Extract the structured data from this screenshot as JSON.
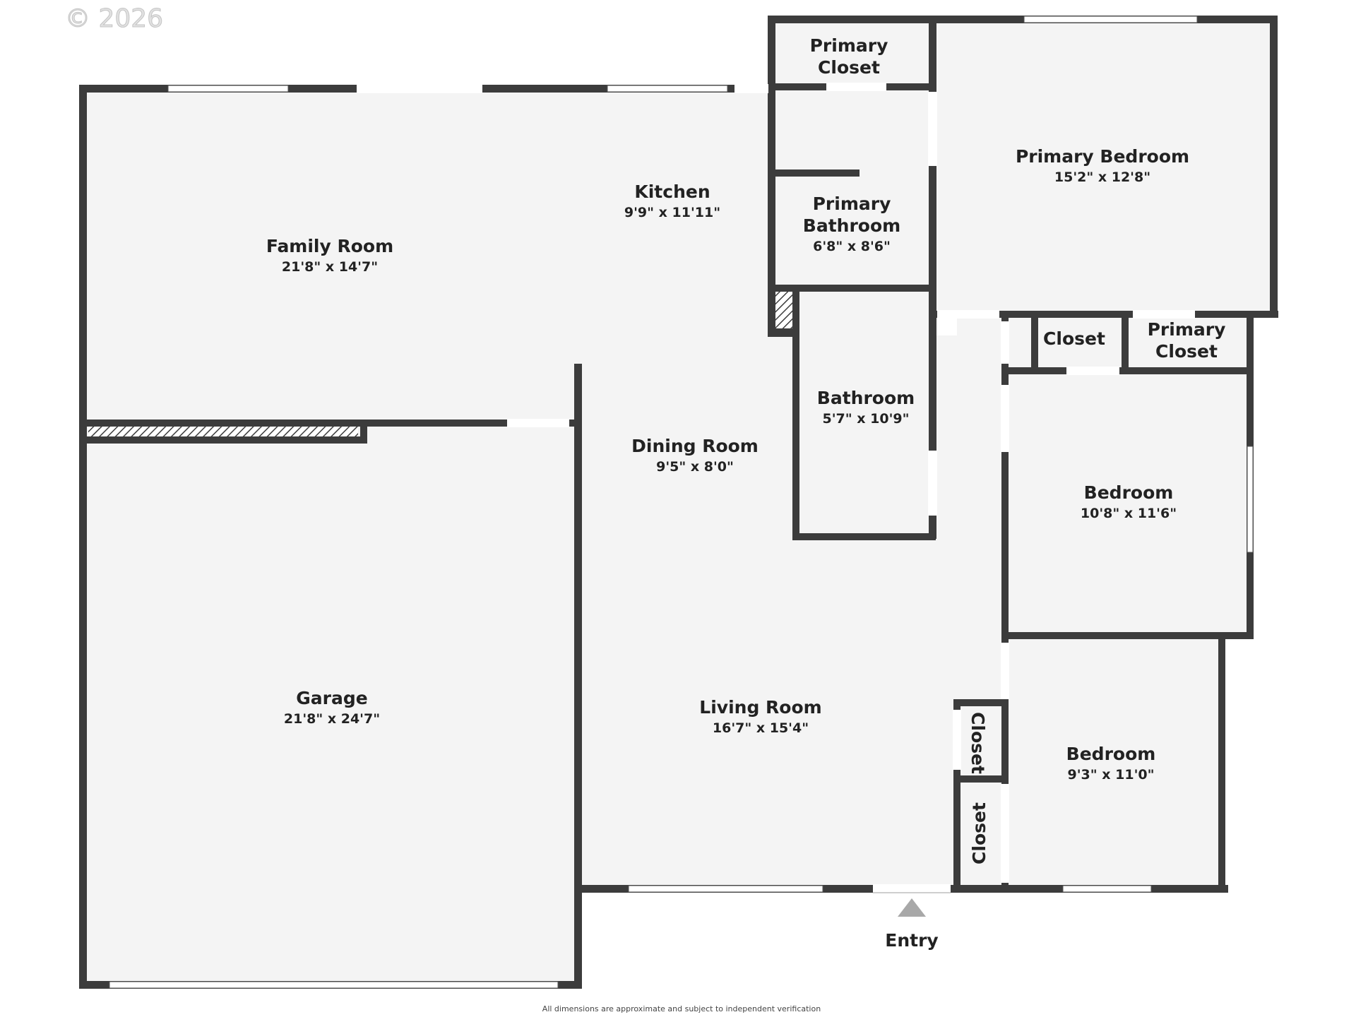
{
  "watermark": "© 2026",
  "disclaimer": "All dimensions are approximate and subject to independent verification",
  "entry": {
    "label": "Entry"
  },
  "colors": {
    "floor": "#f4f4f4",
    "wall": "#3c3c3c",
    "window": "#ffffff",
    "door_gap": "#ffffff",
    "marker": "#a8a8a8"
  },
  "rooms": {
    "family_room": {
      "name": "Family Room",
      "dims": "21'8\" x 14'7\""
    },
    "kitchen": {
      "name": "Kitchen",
      "dims": "9'9\" x 11'11\""
    },
    "garage": {
      "name": "Garage",
      "dims": "21'8\" x 24'7\""
    },
    "dining_room": {
      "name": "Dining Room",
      "dims": "9'5\" x 8'0\""
    },
    "living_room": {
      "name": "Living Room",
      "dims": "16'7\" x 15'4\""
    },
    "primary_closet_top": {
      "name_line1": "Primary",
      "name_line2": "Closet"
    },
    "primary_bathroom": {
      "name_line1": "Primary",
      "name_line2": "Bathroom",
      "dims": "6'8\" x 8'6\""
    },
    "primary_bedroom": {
      "name": "Primary Bedroom",
      "dims": "15'2\" x 12'8\""
    },
    "bathroom": {
      "name": "Bathroom",
      "dims": "5'7\" x 10'9\""
    },
    "closet_small": {
      "name": "Closet"
    },
    "primary_closet_side": {
      "name_line1": "Primary",
      "name_line2": "Closet"
    },
    "bedroom_upper": {
      "name": "Bedroom",
      "dims": "10'8\" x 11'6\""
    },
    "bedroom_lower": {
      "name": "Bedroom",
      "dims": "9'3\" x 11'0\""
    },
    "closet_hall_upper": {
      "name": "Closet"
    },
    "closet_hall_lower": {
      "name": "Closet"
    }
  }
}
